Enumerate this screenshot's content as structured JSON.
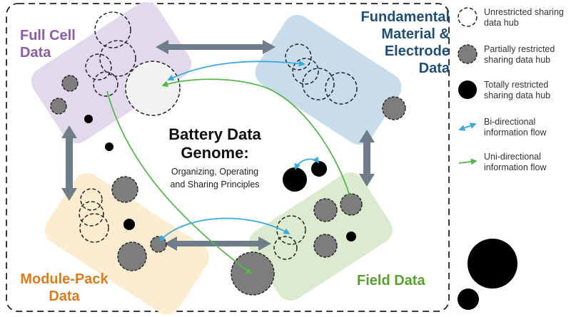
{
  "diagram": {
    "title_lines": [
      "Battery Data",
      "Genome:"
    ],
    "subtitle_lines": [
      "Organizing, Operating",
      "and Sharing Principles"
    ],
    "regions": {
      "full_cell": {
        "lines": [
          "Full Cell",
          "Data"
        ],
        "fill": "#e3d9ec",
        "text_color": "#8e5aa8"
      },
      "fundamental": {
        "lines": [
          "Fundamental",
          "Material &",
          "Electrode",
          "Data"
        ],
        "fill": "#c8dcec",
        "text_color": "#1f4e79"
      },
      "module_pack": {
        "lines": [
          "Module-Pack",
          "Data"
        ],
        "fill": "#fcedd0",
        "text_color": "#e07b1a"
      },
      "field": {
        "lines": [
          "Field Data"
        ],
        "fill": "#dcebcf",
        "text_color": "#5aa02c"
      }
    },
    "colors": {
      "bi_arrow": "#3aa9e0",
      "uni_arrow": "#54b848",
      "partial_fill": "#7d7d7d",
      "total_fill": "#000000",
      "gray_arrow": "#6f7c8a"
    }
  },
  "legend": [
    {
      "icon": "unrestricted-hub-icon",
      "lines": [
        "Unrestricted sharing",
        "data hub"
      ]
    },
    {
      "icon": "partially-restricted-hub-icon",
      "lines": [
        "Partially restricted",
        "sharing data hub"
      ]
    },
    {
      "icon": "totally-restricted-hub-icon",
      "lines": [
        "Totally restricted",
        "sharing data hub"
      ]
    },
    {
      "icon": "bi-directional-arrow-icon",
      "lines": [
        "Bi-directional",
        "information flow"
      ]
    },
    {
      "icon": "uni-directional-arrow-icon",
      "lines": [
        "Uni-directional",
        "information flow"
      ]
    }
  ]
}
